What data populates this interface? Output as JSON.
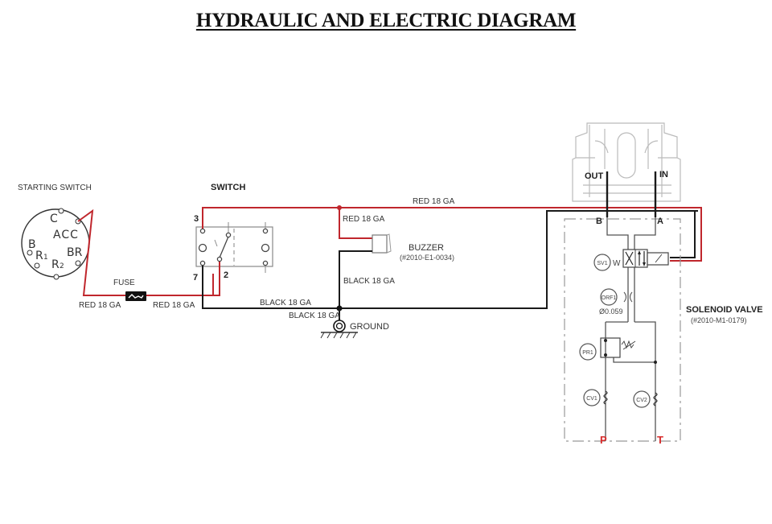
{
  "title": "HYDRAULIC AND ELECTRIC DIAGRAM",
  "colors": {
    "red_wire": "#c0272d",
    "black_wire": "#1a1a1a",
    "port_label": "#d62a2a"
  },
  "starting_switch": {
    "label": "STARTING SWITCH",
    "terminals": {
      "c": "C",
      "acc": "ACC",
      "b": "B",
      "r1": "R",
      "r1_sub": "1",
      "r2": "R",
      "r2_sub": "2",
      "br": "BR"
    }
  },
  "fuse": {
    "label": "FUSE"
  },
  "switch": {
    "label": "SWITCH",
    "pins": {
      "p3": "3",
      "p7": "7",
      "p2": "2"
    }
  },
  "buzzer": {
    "label": "BUZZER",
    "part": "(#2010-E1-0034)"
  },
  "ground": {
    "label": "GROUND"
  },
  "wires": {
    "red_start_fuse": "RED 18 GA",
    "red_fuse_switch": "RED 18 GA",
    "red_top": "RED 18 GA",
    "red_buzzer": "RED 18 GA",
    "black_buzzer": "BLACK 18 GA",
    "black_bottom": "BLACK 18 GA",
    "black_ground": "BLACK 18 GA"
  },
  "pump": {
    "out": "OUT",
    "in": "IN"
  },
  "solenoid_valve": {
    "label": "SOLENOID VALVE",
    "part": "(#2010-M1-0179)",
    "ports": {
      "b": "B",
      "a": "A",
      "p": "P",
      "t": "T"
    },
    "components": {
      "sv1": "SV1",
      "orf1": "ORF1",
      "orifice_size": "Ø0.059",
      "pr1": "PR1",
      "cv1": "CV1",
      "cv2": "CV2",
      "spring": "W"
    }
  }
}
